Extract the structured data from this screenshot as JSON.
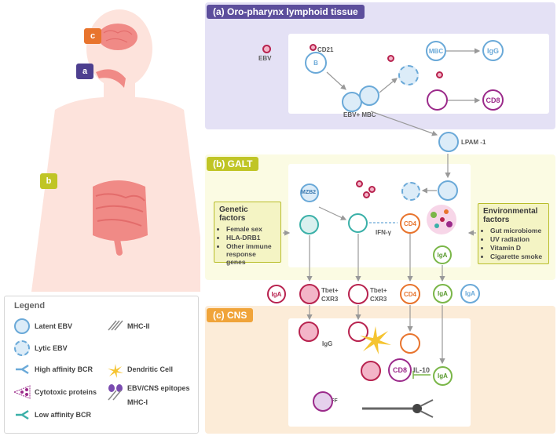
{
  "colors": {
    "oropharynx_bg": "#e4e1f5",
    "oropharynx_tab": "#5c4e9c",
    "galt_bg": "#fbfbe3",
    "galt_tab": "#c0c526",
    "cns_bg": "#fcecd8",
    "cns_tab": "#f0a43a",
    "ebv_blue": "#6aa9d8",
    "purple": "#9b2a8a",
    "orange": "#e8742d",
    "green": "#7ab648",
    "crimson": "#b8234f",
    "teal": "#3ab0a8",
    "body": "#fde3dc",
    "organ": "#f08a86"
  },
  "body_labels": {
    "c": "c",
    "a": "a",
    "b": "b"
  },
  "panels": {
    "a": {
      "label": "(a)",
      "title": "Oro-pharynx lymphoid tissue"
    },
    "b": {
      "label": "(b)",
      "title": "GALT"
    },
    "c": {
      "label": "(c)",
      "title": "CNS"
    }
  },
  "oropharynx": {
    "ebv": "EBV",
    "cd21": "CD21",
    "b_cell": "B",
    "ebv_mbc": "EBV+ MBC",
    "mbc": "MBC",
    "igg": "IgG",
    "cd8": "CD8",
    "lpam": "LPAM -1"
  },
  "galt": {
    "mzb2": "MZB2",
    "cd4": "CD4",
    "ifn": "IFN-γ",
    "iga": "IgA",
    "genetic": {
      "title": "Genetic factors",
      "items": [
        "Female sex",
        "HLA-DRB1",
        "Other immune response genes"
      ]
    },
    "environmental": {
      "title": "Environmental factors",
      "items": [
        "Gut microbiome",
        "UV radiation",
        "Vitamin D",
        "Cigarette smoke"
      ]
    }
  },
  "transit": {
    "iga_left": "IgA",
    "tbet1": "Tbet+",
    "cxr1": "CXR3",
    "tbet2": "Tbet+",
    "cxr2": "CXR3",
    "cd4": "CD4",
    "iga_mid": "IgA",
    "iga_right": "IgA"
  },
  "cns": {
    "igg": "IgG",
    "il10": "IL-10",
    "cd8": "CD8",
    "baff": "BAFF",
    "iga": "IgA"
  },
  "legend": {
    "title": "Legend",
    "items": {
      "latent": "Latent EBV",
      "lytic": "Lytic EBV",
      "high_bcr": "High affinity BCR",
      "cytotoxic": "Cytotoxic proteins",
      "low_bcr": "Low affinity BCR",
      "mhc2": "MHC-II",
      "dendritic": "Dendritic Cell",
      "epitopes": "EBV/CNS epitopes",
      "mhc1": "MHC-I"
    }
  }
}
